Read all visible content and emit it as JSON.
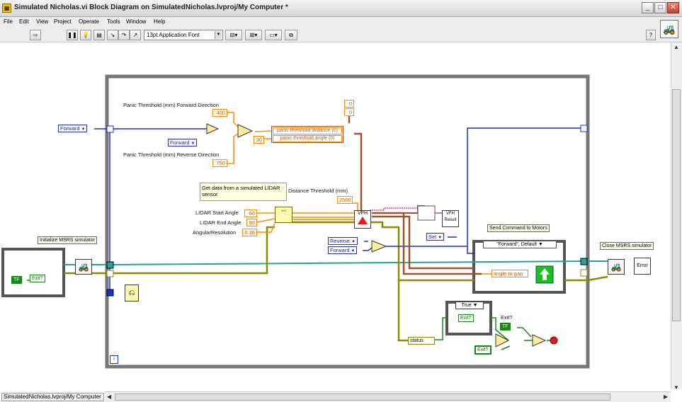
{
  "window": {
    "title": "Simulated Nicholas.vi Block Diagram on SimulatedNicholas.lvproj/My Computer *",
    "minimize_glyph": "_",
    "maximize_glyph": "□",
    "close_glyph": "✕"
  },
  "menu": [
    "File",
    "Edit",
    "View",
    "Project",
    "Operate",
    "Tools",
    "Window",
    "Help"
  ],
  "toolbar": {
    "font_select": "13pt Application Font"
  },
  "statusbar": {
    "path": "SimulatedNicholas.lvproj/My Computer"
  },
  "diagram": {
    "labels": {
      "panic_fwd": "Panic Threshold (mm) Forward Direction",
      "panic_rev": "Panic Threshold (mm) Reverse Direction",
      "distance_threshold": "Distance Threshold (mm)",
      "lidar_start": "LIDAR Start Angle",
      "lidar_end": "LIDAR End Angle",
      "angular_res": "AngularResolution",
      "exit_q": "Exit?"
    },
    "comment": "Get data from a simulated LIDAR sensor",
    "constants": {
      "panic_fwd": "400",
      "panic_rev": "750",
      "thirty": "30",
      "zero_a": "0",
      "zero_b": "0",
      "distance_threshold": "2500",
      "lidar_start": "-90",
      "lidar_end": "90",
      "angular_res": "0.36"
    },
    "enums": {
      "forward_outer": "Forward",
      "forward_inner": "Forward",
      "reverse": "Reverse",
      "forward_lower": "Forward",
      "set": "Set"
    },
    "cluster": {
      "panic_distance": "panic threshold distance (0)",
      "panic_angle": "panic threshold angle (0)"
    },
    "frames": {
      "init": "Initialize MSRS simulator",
      "send": "Send Command to Motors",
      "close": "Close MSRS simulator"
    },
    "case_selector": "\"Forward\", Default",
    "true_case": "True",
    "angle_to_gap": "angle to gap",
    "status": "status",
    "exit_node": "Exit?",
    "tf": "TF",
    "vfh": "VFH",
    "vfh_result": "VFH Result",
    "error": "Error",
    "i_box": "i"
  },
  "colors": {
    "numeric_orange": "#ff8c00",
    "enum_blue": "#1a32c8",
    "boolean_green": "#138b13",
    "cluster_brown": "#a0522d",
    "error_olive": "#8b8b00",
    "reference_teal": "#2aa198",
    "string_pink": "#e2419a"
  }
}
